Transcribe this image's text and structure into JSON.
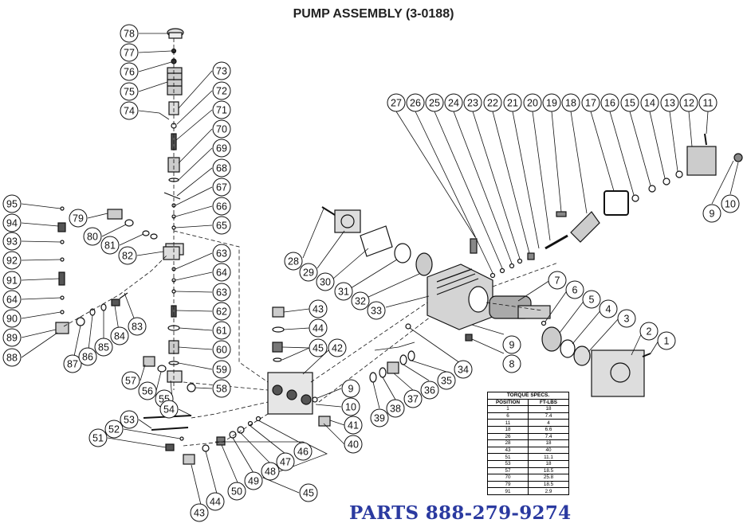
{
  "title": "PUMP ASSEMBLY (3-0188)",
  "footer": {
    "phone": "PARTS 888-279-9274",
    "phone_color": "#2b3aa0"
  },
  "torque_table": {
    "caption": "TORQUE SPECS.",
    "headers": [
      "POSITION",
      "FT-LBS"
    ],
    "rows": [
      [
        "1",
        "18"
      ],
      [
        "6",
        "7.4"
      ],
      [
        "11",
        "4"
      ],
      [
        "18",
        "6.6"
      ],
      [
        "26",
        "7.4"
      ],
      [
        "28",
        "18"
      ],
      [
        "43",
        "40"
      ],
      [
        "51",
        "11.1"
      ],
      [
        "53",
        "18"
      ],
      [
        "57",
        "18.5"
      ],
      [
        "70",
        "25.8"
      ],
      [
        "79",
        "18.5"
      ],
      [
        "91",
        "2.9"
      ]
    ]
  },
  "callouts": [
    "78",
    "77",
    "76",
    "75",
    "74",
    "73",
    "72",
    "71",
    "70",
    "69",
    "68",
    "67",
    "66",
    "65",
    "63",
    "64",
    "63",
    "62",
    "61",
    "60",
    "59",
    "58",
    "95",
    "94",
    "93",
    "92",
    "91",
    "64",
    "90",
    "89",
    "88",
    "79",
    "80",
    "81",
    "82",
    "87",
    "86",
    "85",
    "84",
    "83",
    "57",
    "56",
    "55",
    "54",
    "53",
    "52",
    "51",
    "43",
    "44",
    "45",
    "42",
    "9",
    "10",
    "41",
    "40",
    "43",
    "44",
    "50",
    "49",
    "48",
    "47",
    "46",
    "45",
    "39",
    "38",
    "37",
    "36",
    "35",
    "34",
    "28",
    "29",
    "30",
    "31",
    "32",
    "33",
    "27",
    "26",
    "25",
    "24",
    "23",
    "22",
    "21",
    "20",
    "19",
    "18",
    "17",
    "16",
    "15",
    "14",
    "13",
    "12",
    "11",
    "9",
    "10",
    "9",
    "8",
    "7",
    "6",
    "5",
    "4",
    "3",
    "2",
    "1"
  ]
}
